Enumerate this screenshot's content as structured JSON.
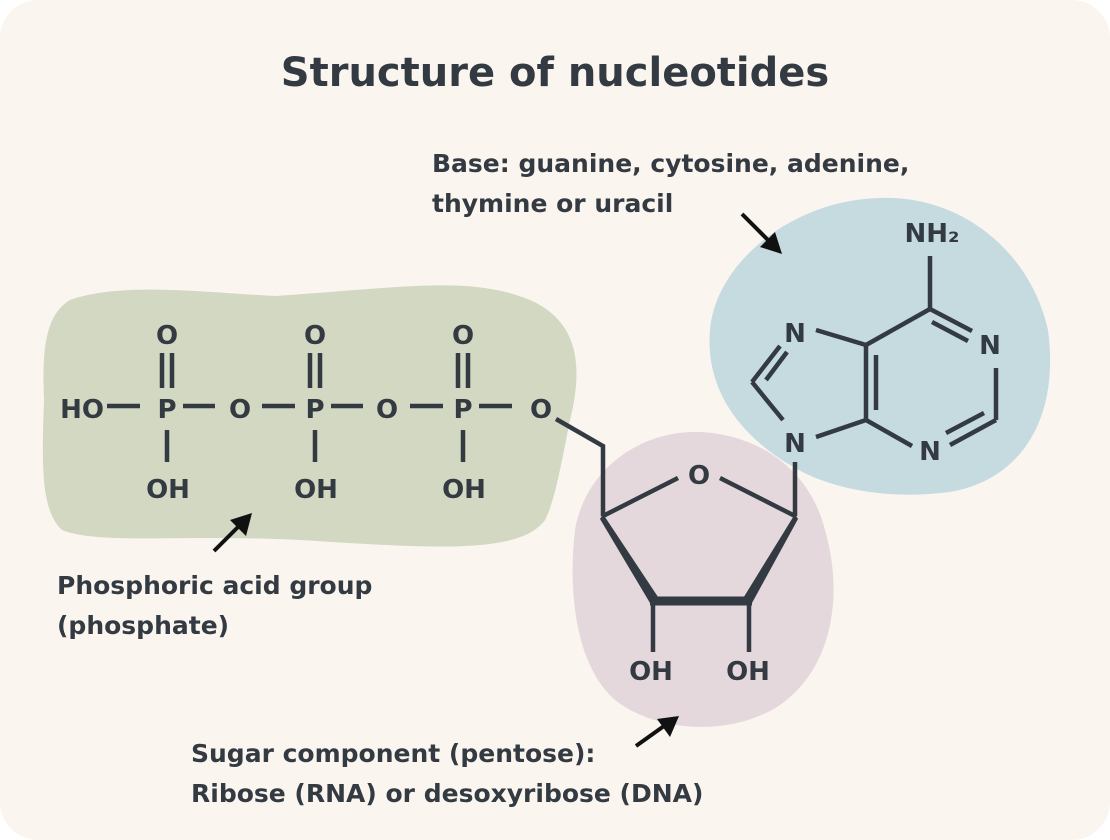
{
  "title": "Structure of nucleotides",
  "colors": {
    "background": "#faf5ef",
    "text": "#333a42",
    "phosphate_region": "#d2d8c2",
    "sugar_region": "#e4d8dc",
    "base_region": "#c5dbe0"
  },
  "labels": {
    "base_line1": "Base: guanine, cytosine, adenine,",
    "base_line2": "thymine or uracil",
    "phosphate_line1": "Phosphoric acid group",
    "phosphate_line2": "(phosphate)",
    "sugar_line1": "Sugar component (pentose):",
    "sugar_line2": "Ribose (RNA) or desoxyribose (DNA)"
  },
  "phosphate": {
    "ho": "HO",
    "p": "P",
    "o": "O",
    "oh": "OH"
  },
  "sugar": {
    "ring_o": "O",
    "oh": "OH"
  },
  "base": {
    "nh2": "NH₂",
    "n": "N"
  }
}
